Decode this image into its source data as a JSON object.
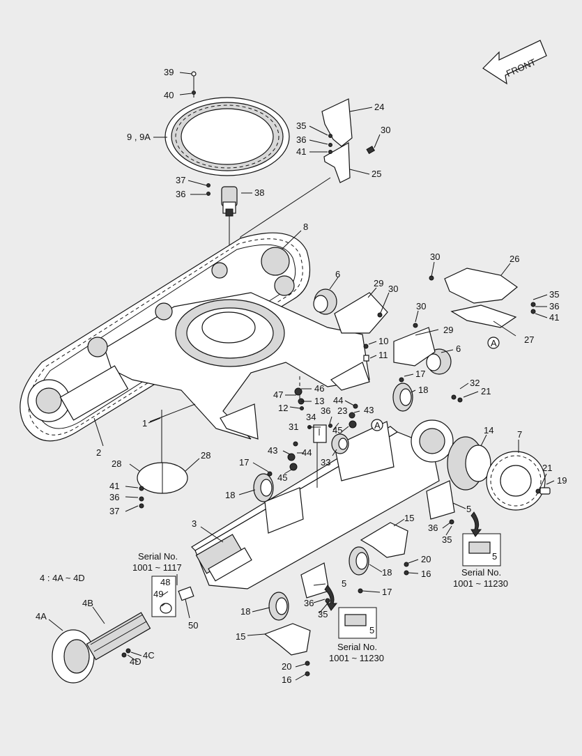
{
  "front_label": "FRONT",
  "callouts": {
    "c39": "39",
    "c40": "40",
    "c9": "9 , 9A",
    "c37a": "37",
    "c36a": "36",
    "c38": "38",
    "c24": "24",
    "c35a": "35",
    "c36b": "36",
    "c41a": "41",
    "c30a": "30",
    "c25": "25",
    "c8": "8",
    "c6a": "6",
    "c29a": "29",
    "c30b": "30",
    "c30c": "30",
    "c26": "26",
    "c35b": "35",
    "c36c": "36",
    "c41b": "41",
    "c27": "27",
    "cA1": "A",
    "c30d": "30",
    "c29b": "29",
    "c10": "10",
    "c11": "11",
    "c6b": "6",
    "c17a": "17",
    "c18a": "18",
    "c32": "32",
    "c21a": "21",
    "c46": "46",
    "c47": "47",
    "c13": "13",
    "c12": "12",
    "c1": "1",
    "c2": "2",
    "c44a": "44",
    "c43a": "43",
    "c36d": "36",
    "c34": "34",
    "c23": "23",
    "c45a": "45",
    "cA2": "A",
    "c31": "31",
    "c14": "14",
    "c7": "7",
    "c43b": "43",
    "c44b": "44",
    "c33": "33",
    "c28a": "28",
    "c28b": "28",
    "c17b": "17",
    "c45b": "45",
    "c21b": "21",
    "c19": "19",
    "c41c": "41",
    "c36e": "36",
    "c18b": "18",
    "c37b": "37",
    "c5a": "5",
    "c36f": "36",
    "c35c": "35",
    "c3": "3",
    "c15a": "15",
    "c5b": "5",
    "c20a": "20",
    "c16a": "16",
    "c18c": "18",
    "c17c": "17",
    "c5c": "5",
    "c36g": "36",
    "c35d": "35",
    "c48": "48",
    "c49": "49",
    "c50": "50",
    "c4B": "4B",
    "c4A": "4A",
    "c4C": "4C",
    "c4D": "4D",
    "c18d": "18",
    "c15b": "15",
    "c5d": "5",
    "c20b": "20",
    "c16b": "16"
  },
  "notes": {
    "idler_range": "4 : 4A ~ 4D",
    "serial_title_1": "Serial No.",
    "serial_range_1": "1001 ~ 1117",
    "serial_title_2": "Serial No.",
    "serial_range_2": "1001 ~ 11230",
    "serial_title_3": "Serial No.",
    "serial_range_3": "1001 ~ 11230"
  }
}
